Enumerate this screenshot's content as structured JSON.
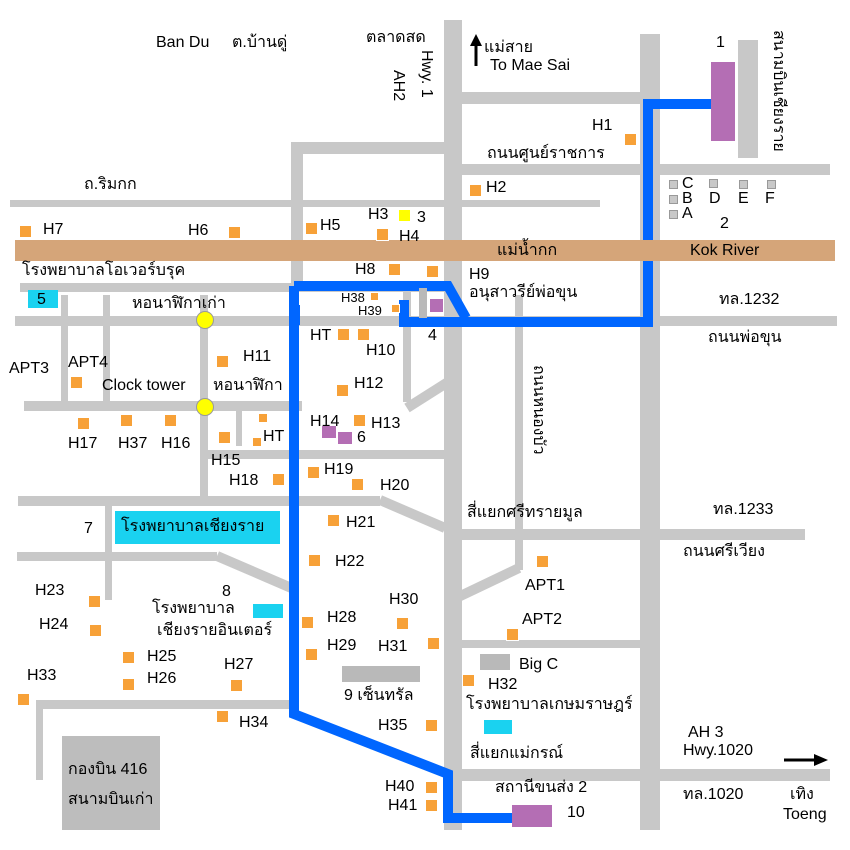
{
  "colors": {
    "road": "#c8c8c8",
    "route": "#0066ff",
    "hotel": "#f7a138",
    "landmark": "#b46eb4",
    "hospital": "#1ad2f0",
    "river": "#d5a579",
    "clock": "#ffff00",
    "airport": "#bdbdbd"
  },
  "places": {
    "ban_du": "Ban Du",
    "ban_du_th": "ต.บ้านดู่",
    "fresh_market": "ตลาดสด",
    "hwy1": "Hwy. 1",
    "ah2": "AH2",
    "to_mae_sai_th": "แม่สาย",
    "to_mae_sai_en": "To Mae Sai",
    "airport_vertical": "สนามบินเชียงราย",
    "government_center_rd": "ถนนศูนย์ราชการ",
    "rim_kok_rd": "ถ.ริมกก",
    "kok_river_th": "แม่น้ำกก",
    "kok_river_en": "Kok River",
    "overbrook_hospital": "โรงพยาบาลโอเวอร์บรุค",
    "old_clock_tower": "หอนาฬิกาเก่า",
    "phokhun_monument": "อนุสาวรีย์พ่อขุน",
    "route_1232": "ทล.1232",
    "phokhun_rd": "ถนนพ่อขุน",
    "clock_tower_en": "Clock tower",
    "clock_tower_th": "หอนาฬิกา",
    "nongbua_rd": "ถนนหนองบัว",
    "sritraimul_junction": "สี่แยกศรีทรายมูล",
    "route_1233": "ทล.1233",
    "sriwiang_rd": "ถนนศรีเวียง",
    "chiangrai_hospital": "โรงพยาบาลเชียงราย",
    "inter_hospital_line1": "โรงพยาบาล",
    "inter_hospital_line2": "เชียงรายอินเตอร์",
    "big_c": "Big C",
    "central": "9 เซ็นทรัล",
    "kasemrad_hospital": "โรงพยาบาลเกษมราษฎร์",
    "maekon_junction": "สี่แยกแม่กรณ์",
    "ah3": "AH 3",
    "hwy1020": "Hwy.1020",
    "bus_station_2": "สถานีขนส่ง 2",
    "route_1020": "ทล.1020",
    "toeng_th": "เทิง",
    "toeng_en": "Toeng",
    "airport_line1": "กองบิน 416",
    "airport_line2": "สนามบินเก่า"
  },
  "numbers": {
    "n1": "1",
    "n2": "2",
    "n3": "3",
    "n4": "4",
    "n5": "5",
    "n6": "6",
    "n7": "7",
    "n8": "8",
    "n10": "10"
  },
  "compass": {
    "a": "A",
    "b": "B",
    "c": "C",
    "d": "D",
    "e": "E",
    "f": "F"
  },
  "hotels": {
    "h1": "H1",
    "h2": "H2",
    "h3": "H3",
    "h4": "H4",
    "h5": "H5",
    "h6": "H6",
    "h7": "H7",
    "h8": "H8",
    "h9": "H9",
    "h10": "H10",
    "h11": "H11",
    "h12": "H12",
    "h13": "H13",
    "h14": "H14",
    "h15": "H15",
    "h16": "H16",
    "h17": "H17",
    "h18": "H18",
    "h19": "H19",
    "h20": "H20",
    "h21": "H21",
    "h22": "H22",
    "h23": "H23",
    "h24": "H24",
    "h25": "H25",
    "h26": "H26",
    "h27": "H27",
    "h28": "H28",
    "h29": "H29",
    "h30": "H30",
    "h31": "H31",
    "h32": "H32",
    "h33": "H33",
    "h34": "H34",
    "h35": "H35",
    "h37": "H37",
    "h38": "H38",
    "h39": "H39",
    "h40": "H40",
    "h41": "H41",
    "ht_a": "HT",
    "ht_b": "HT"
  },
  "apartments": {
    "apt1": "APT1",
    "apt2": "APT2",
    "apt3": "APT3",
    "apt4": "APT4"
  }
}
